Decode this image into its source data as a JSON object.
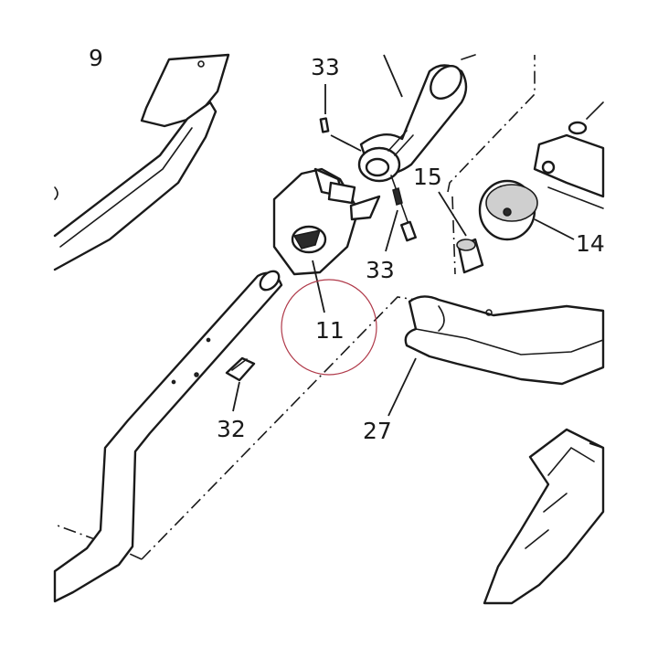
{
  "callouts": {
    "p9": "9",
    "p33_top": "33",
    "p33_bottom": "33",
    "p15": "15",
    "p14": "14",
    "p11": "11",
    "p32": "32",
    "p27": "27"
  },
  "highlight_color": "#b03a4a",
  "line_color": "#1a1a1a"
}
